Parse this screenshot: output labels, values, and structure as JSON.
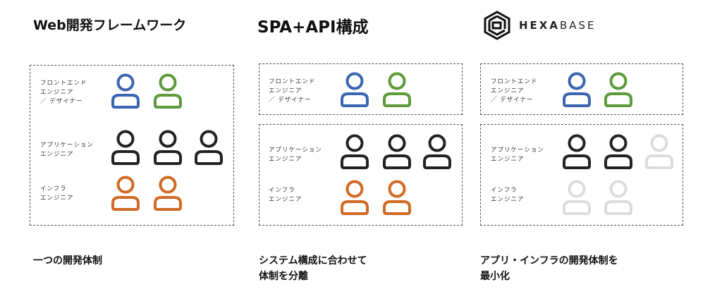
{
  "columns": [
    {
      "title": "Web開発フレームワーク",
      "rows": [
        {
          "label": [
            "フロントエンド",
            "エンジニア",
            "／ デザイナー"
          ],
          "icons": [
            "#3a65b0",
            "#5d9a3a"
          ]
        },
        {
          "label": [
            "アプリケーション",
            "エンジニア"
          ],
          "icons": [
            "#222222",
            "#222222",
            "#222222"
          ]
        },
        {
          "label": [
            "インフラ",
            "エンジニア"
          ],
          "icons": [
            "#d06a25",
            "#d06a25"
          ]
        }
      ],
      "caption": [
        "一つの開発体制"
      ]
    },
    {
      "title": "SPA+API構成",
      "rows": [
        {
          "label": [
            "フロントエンド",
            "エンジニア",
            "／ デザイナー"
          ],
          "icons": [
            "#3a65b0",
            "#5d9a3a"
          ]
        },
        {
          "label": [
            "アプリケーション",
            "エンジニア"
          ],
          "icons": [
            "#222222",
            "#222222",
            "#222222"
          ]
        },
        {
          "label": [
            "インフラ",
            "エンジニア"
          ],
          "icons": [
            "#d06a25",
            "#d06a25"
          ]
        }
      ],
      "caption": [
        "システム構成に合わせて",
        "体制を分離"
      ]
    },
    {
      "logo": {
        "bold": "HEXA",
        "light": "BASE"
      },
      "rows": [
        {
          "label": [
            "フロントエンド",
            "エンジニア",
            "／ デザイナー"
          ],
          "icons": [
            "#3a65b0",
            "#5d9a3a"
          ]
        },
        {
          "label": [
            "アプリケーション",
            "エンジニア"
          ],
          "icons": [
            "#222222",
            "#222222",
            "#dcdcdc"
          ]
        },
        {
          "label": [
            "インフラ",
            "エンジニア"
          ],
          "icons": [
            "#dcdcdc",
            "#dcdcdc"
          ]
        }
      ],
      "caption": [
        "アプリ・インフラの開発体制を",
        "最小化"
      ]
    }
  ]
}
